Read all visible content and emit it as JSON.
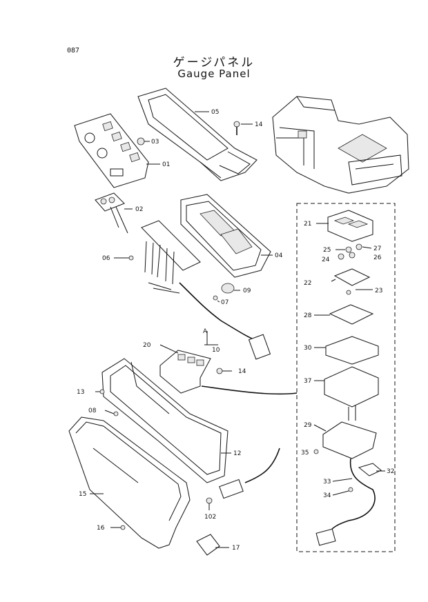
{
  "page": {
    "number": "087",
    "title_jp": "ゲージパネル",
    "title_en": "Gauge Panel"
  },
  "detail_label": "A",
  "labels": [
    "05",
    "14",
    "03",
    "01",
    "02",
    "06",
    "04",
    "09",
    "07",
    "10",
    "20",
    "14",
    "13",
    "08",
    "12",
    "15",
    "102",
    "16",
    "17",
    "21",
    "25",
    "27",
    "24",
    "26",
    "22",
    "23",
    "28",
    "30",
    "37",
    "29",
    "35",
    "32",
    "33",
    "34"
  ]
}
